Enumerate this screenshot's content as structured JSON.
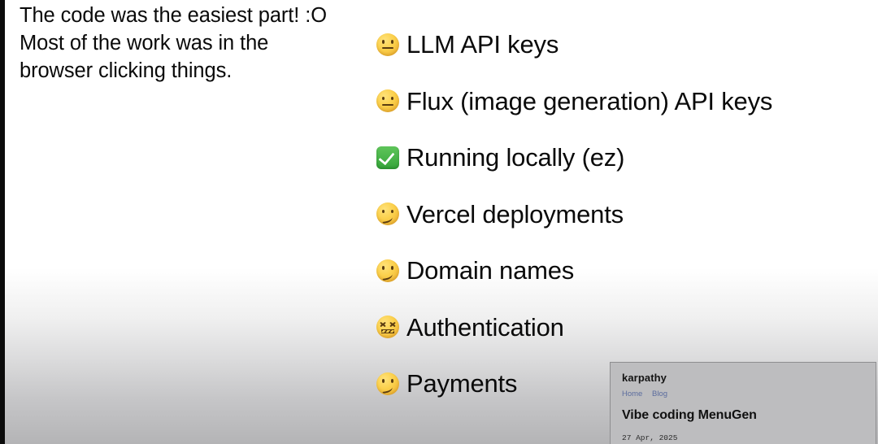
{
  "slide": {
    "caption_lines": [
      "The code was the easiest part! :O",
      "Most of the work was in the",
      "browser clicking things."
    ],
    "checklist": [
      {
        "emoji": "neutral-face",
        "label": "LLM API keys"
      },
      {
        "emoji": "neutral-face",
        "label": "Flux (image generation) API keys"
      },
      {
        "emoji": "white-heavy-check-mark",
        "label": "Running locally (ez)"
      },
      {
        "emoji": "confused-face",
        "label": "Vercel deployments"
      },
      {
        "emoji": "confused-face",
        "label": "Domain names"
      },
      {
        "emoji": "confounded-face",
        "label": "Authentication"
      },
      {
        "emoji": "confused-face",
        "label": "Payments"
      }
    ]
  },
  "blog_panel": {
    "site_title": "karpathy",
    "nav": [
      "Home",
      "Blog"
    ],
    "post_title": "Vibe coding MenuGen",
    "date": "27 Apr, 2025"
  },
  "colors": {
    "link": "#5b6c9e",
    "check_green": "#35a53a",
    "emoji_yellow": "#fbd04b",
    "panel_bg": "#bdbdbf",
    "letterbox": "#0b0b0b"
  }
}
